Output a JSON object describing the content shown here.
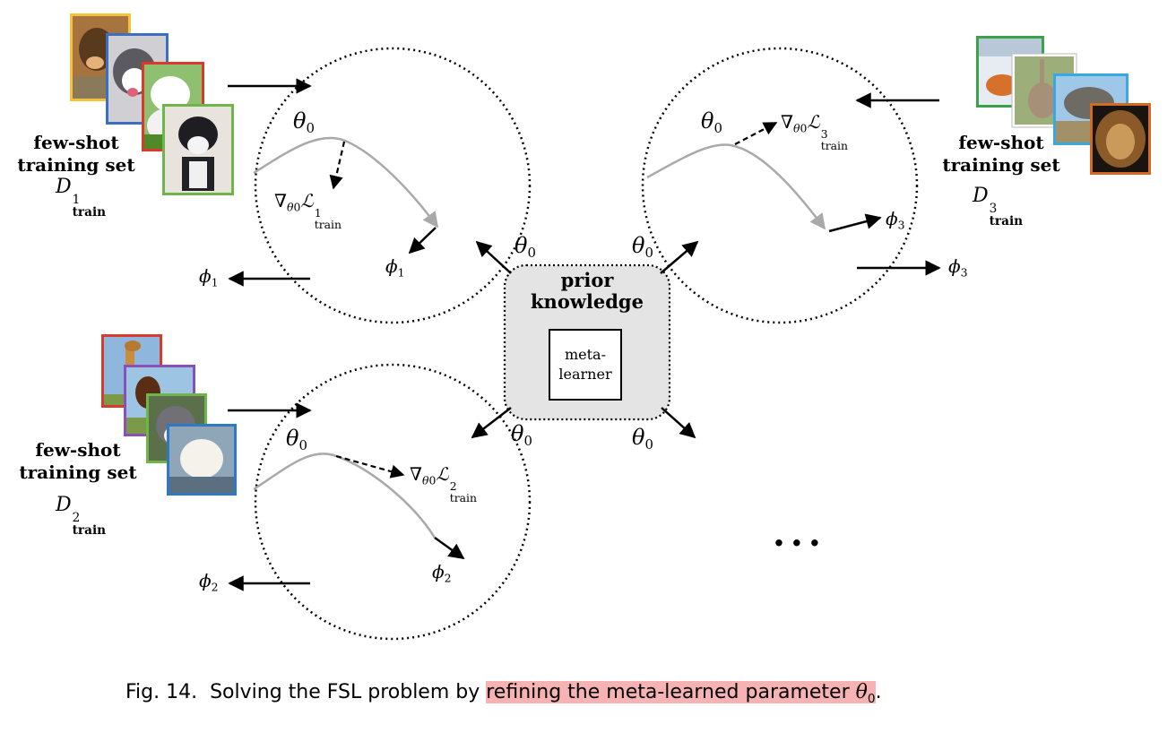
{
  "tasks": [
    {
      "set_label_line1": "few-shot",
      "set_label_line2": "training set",
      "dataset_symbol": "D",
      "dataset_sup": "1",
      "dataset_sub": "train",
      "theta": "θ",
      "theta_sub": "0",
      "grad_symbol": "∇",
      "grad_sub_theta": "θ",
      "grad_sub_zero": "0",
      "loss_symbol": "ℒ",
      "loss_sup": "1",
      "loss_sub": "train",
      "phi_symbol": "ϕ",
      "phi_sub": "1",
      "images": [
        "german-shepherd",
        "husky-puppy",
        "samoyed-puppy",
        "malamute"
      ],
      "frame_colors": [
        "#f5c33b",
        "#3a6fc4",
        "#d93a2b",
        "#6fb64a"
      ]
    },
    {
      "set_label_line1": "few-shot",
      "set_label_line2": "training set",
      "dataset_symbol": "D",
      "dataset_sup": "2",
      "dataset_sub": "train",
      "theta": "θ",
      "theta_sub": "0",
      "grad_symbol": "∇",
      "grad_sub_theta": "θ",
      "grad_sub_zero": "0",
      "loss_symbol": "ℒ",
      "loss_sup": "2",
      "loss_sub": "train",
      "phi_symbol": "ϕ",
      "phi_sub": "2",
      "images": [
        "giraffe",
        "horse",
        "husky",
        "polar-bear"
      ],
      "frame_colors": [
        "#d93a2b",
        "#8a4fb8",
        "#6fb64a",
        "#2f78c2"
      ]
    },
    {
      "set_label_line1": "few-shot",
      "set_label_line2": "training set",
      "dataset_symbol": "D",
      "dataset_sup": "3",
      "dataset_sub": "train",
      "theta": "θ",
      "theta_sub": "0",
      "grad_symbol": "∇",
      "grad_sub_theta": "θ",
      "grad_sub_zero": "0",
      "loss_symbol": "ℒ",
      "loss_sup": "3",
      "loss_sub": "train",
      "phi_symbol": "ϕ",
      "phi_sub": "3",
      "images": [
        "fox",
        "rabbit",
        "elephant",
        "lion"
      ],
      "frame_colors": [
        "#3aa34a",
        "#ffffff",
        "#3aa8e0",
        "#d06a25"
      ]
    }
  ],
  "center": {
    "title_line1": "prior",
    "title_line2": "knowledge",
    "inner_line1": "meta-",
    "inner_line2": "learner",
    "theta": "θ",
    "theta_sub": "0"
  },
  "ellipsis": "...",
  "caption": {
    "prefix": "Fig. 14.  Solving the FSL problem by ",
    "highlight": "refining the meta-learned parameter ",
    "theta": "θ",
    "theta_sub": "0",
    "suffix": "."
  },
  "colors": {
    "curve": "#a9a9a9",
    "prior_fill": "#e4e4e4",
    "highlight": "#f7b3b3"
  }
}
